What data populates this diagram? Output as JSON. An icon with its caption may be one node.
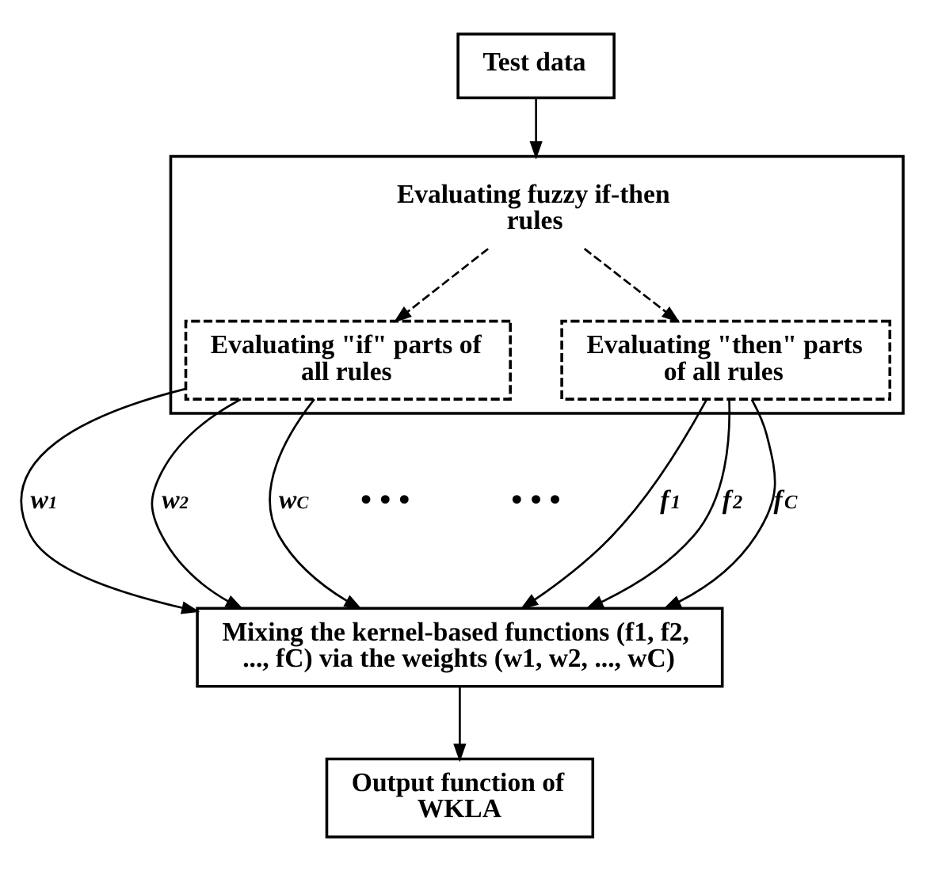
{
  "diagram": {
    "nodes": [
      {
        "text": [
          "Test data"
        ]
      },
      {
        "text": [],
        "shape": "box"
      },
      {
        "text": [
          "Evaluating fuzzy if-then rules"
        ],
        "in": 1
      },
      {
        "text": [
          "Evaluating \"if\" parts of all rules"
        ],
        "in": 1
      },
      {
        "text": [
          "Evaluating \"then\" parts of all rules"
        ],
        "in": 1
      },
      {
        "text": [
          "Mixing the kernel-based functions (f1, f2, ..., fC) via the weights (w1, w2, ..., wC)"
        ]
      },
      {
        "text": [
          "Output function of WKLA"
        ]
      }
    ],
    "edges": [
      {
        "from": 0,
        "to": 1,
        "arrow": "to"
      },
      {
        "from": 2,
        "to": 3,
        "arrow": "to",
        "style": "dashed"
      },
      {
        "from": 2,
        "to": 4,
        "arrow": "to",
        "style": "dashed"
      },
      {
        "from": 3,
        "to": 5,
        "arrow": "to",
        "label": "w$_{1}$"
      },
      {
        "from": 3,
        "to": 5,
        "arrow": "to",
        "label": "w$_{2}$"
      },
      {
        "from": 3,
        "to": 5,
        "arrow": "to",
        "label": "w$_{C}$"
      },
      {
        "from": 4,
        "to": 5,
        "arrow": "to",
        "label": "f$^{1}$"
      },
      {
        "from": 4,
        "to": 5,
        "arrow": "to",
        "label": "f$^{2}$"
      },
      {
        "from": 4,
        "to": 5,
        "arrow": "to",
        "label": "f$^{C}$"
      },
      {
        "from": 5,
        "to": 6,
        "arrow": "to"
      }
    ],
    "labels": [
      "• • •",
      "• • •"
    ]
  }
}
